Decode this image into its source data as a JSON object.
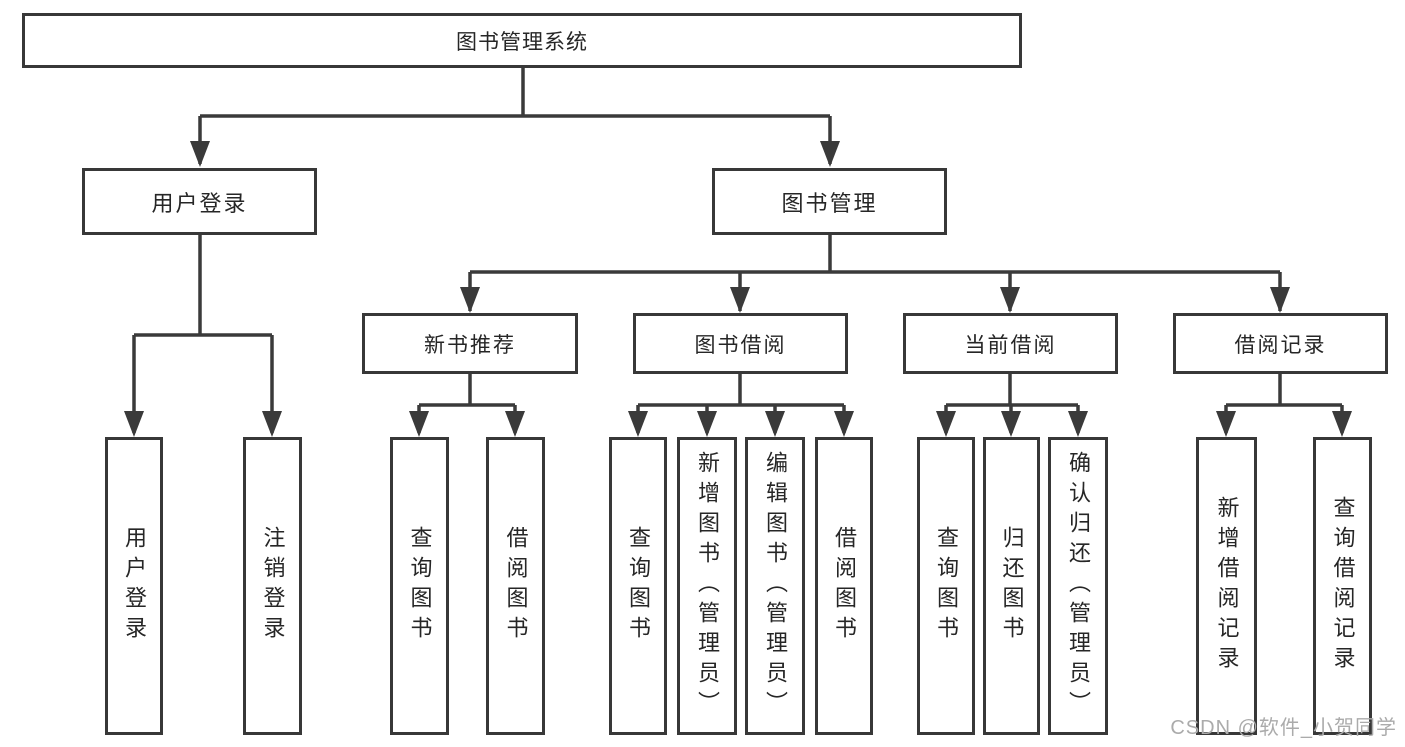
{
  "title": "图书管理系统",
  "watermark": "CSDN @软件_小贺同学",
  "colors": {
    "line": "#3a3a3a",
    "box_border": "#383838",
    "text": "#262626",
    "watermark": "#ababab",
    "background": "#ffffff"
  },
  "tree": {
    "root": {
      "label": "图书管理系统"
    },
    "branches": [
      {
        "label": "用户登录",
        "children": [
          {
            "label": "用户登录"
          },
          {
            "label": "注销登录"
          }
        ]
      },
      {
        "label": "图书管理",
        "children": [
          {
            "label": "新书推荐",
            "children": [
              {
                "label": "查询图书"
              },
              {
                "label": "借阅图书"
              }
            ]
          },
          {
            "label": "图书借阅",
            "children": [
              {
                "label": "查询图书"
              },
              {
                "label": "新增图书（管理员）"
              },
              {
                "label": "编辑图书（管理员）"
              },
              {
                "label": "借阅图书"
              }
            ]
          },
          {
            "label": "当前借阅",
            "children": [
              {
                "label": "查询图书"
              },
              {
                "label": "归还图书"
              },
              {
                "label": "确认归还（管理员）"
              }
            ]
          },
          {
            "label": "借阅记录",
            "children": [
              {
                "label": "新增借阅记录"
              },
              {
                "label": "查询借阅记录"
              }
            ]
          }
        ]
      }
    ]
  }
}
